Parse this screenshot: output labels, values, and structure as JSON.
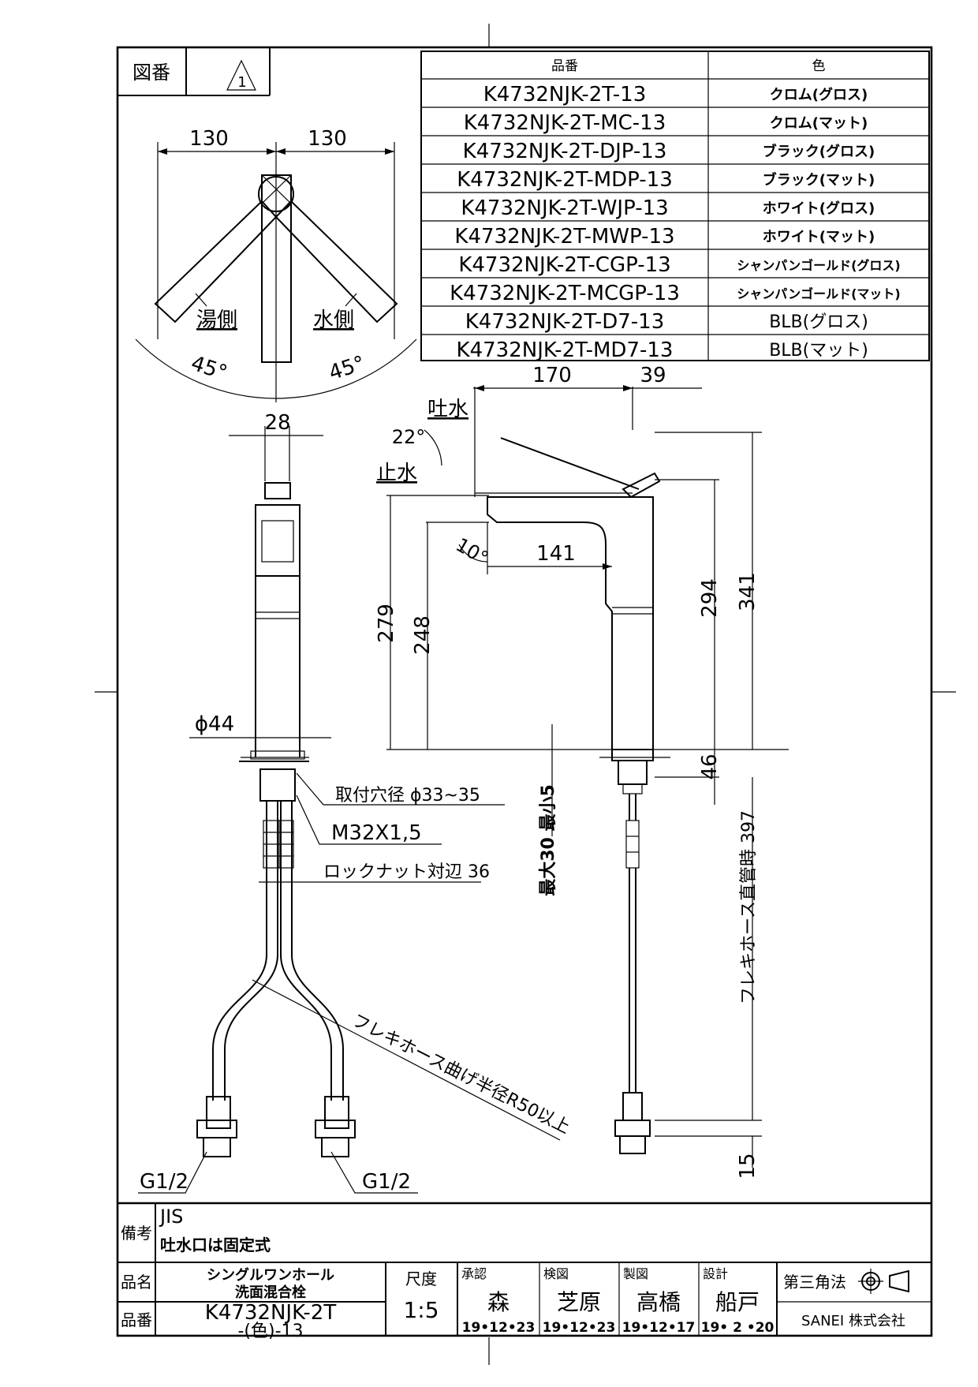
{
  "header": {
    "drawing_number_label": "図番",
    "revision_mark": "1"
  },
  "variants_table": {
    "headers": [
      "品番",
      "色"
    ],
    "rows": [
      {
        "part": "K4732NJK-2T-13",
        "color": "クロム(グロス)"
      },
      {
        "part": "K4732NJK-2T-MC-13",
        "color": "クロム(マット)"
      },
      {
        "part": "K4732NJK-2T-DJP-13",
        "color": "ブラック(グロス)"
      },
      {
        "part": "K4732NJK-2T-MDP-13",
        "color": "ブラック(マット)"
      },
      {
        "part": "K4732NJK-2T-WJP-13",
        "color": "ホワイト(グロス)"
      },
      {
        "part": "K4732NJK-2T-MWP-13",
        "color": "ホワイト(マット)"
      },
      {
        "part": "K4732NJK-2T-CGP-13",
        "color": "シャンパンゴールド(グロス)"
      },
      {
        "part": "K4732NJK-2T-MCGP-13",
        "color": "シャンパンゴールド(マット)"
      },
      {
        "part": "K4732NJK-2T-D7-13",
        "color": "BLB(グロス)"
      },
      {
        "part": "K4732NJK-2T-MD7-13",
        "color": "BLB(マット)"
      }
    ]
  },
  "top_view": {
    "dim_left": "130",
    "dim_right": "130",
    "hot_side": "湯側",
    "cold_side": "水側",
    "angle_left": "45°",
    "angle_right": "45°"
  },
  "front_view": {
    "width_top": "28",
    "diameter": "ϕ44",
    "mount_hole": "取付穴径  ϕ33~35",
    "thread": "M32X1,5",
    "locknut": "ロックナット対辺  36",
    "hose_bend": "フレキホース曲げ半径R50以上",
    "conn_left": "G1/2",
    "conn_right": "G1/2"
  },
  "side_view": {
    "dim_170": "170",
    "dim_39": "39",
    "spout_on": "吐水",
    "spout_off": "止水",
    "lever_angle": "22°",
    "spout_angle": "10°",
    "dim_141": "141",
    "dim_279": "279",
    "dim_248": "248",
    "dim_294": "294",
    "dim_341": "341",
    "dim_46": "46",
    "dim_15": "15",
    "deck_range": "最大30  最小5",
    "hose_length": "フレキホース直管時 397"
  },
  "notes": {
    "label": "備考",
    "line1": "JIS",
    "line2": "吐水口は固定式"
  },
  "title_block": {
    "name_label": "品名",
    "product_name_1": "シングルワンホール",
    "product_name_2": "洗面混合栓",
    "number_label": "品番",
    "product_number_1": "K4732NJK-2T",
    "product_number_2": "-(色)-13",
    "scale_label": "尺度",
    "scale_value": "1:5",
    "approval_label": "承認",
    "approval_name": "森",
    "approval_date": "19•12•23",
    "check_label": "検図",
    "check_name": "芝原",
    "check_date": "19•12•23",
    "draw_label": "製図",
    "draw_name": "高橋",
    "draw_date": "19•12•17",
    "design_label": "設計",
    "design_name": "船戸",
    "design_date": "19• 2 •20",
    "projection_label": "第三角法",
    "company": "SANEI 株式会社"
  }
}
